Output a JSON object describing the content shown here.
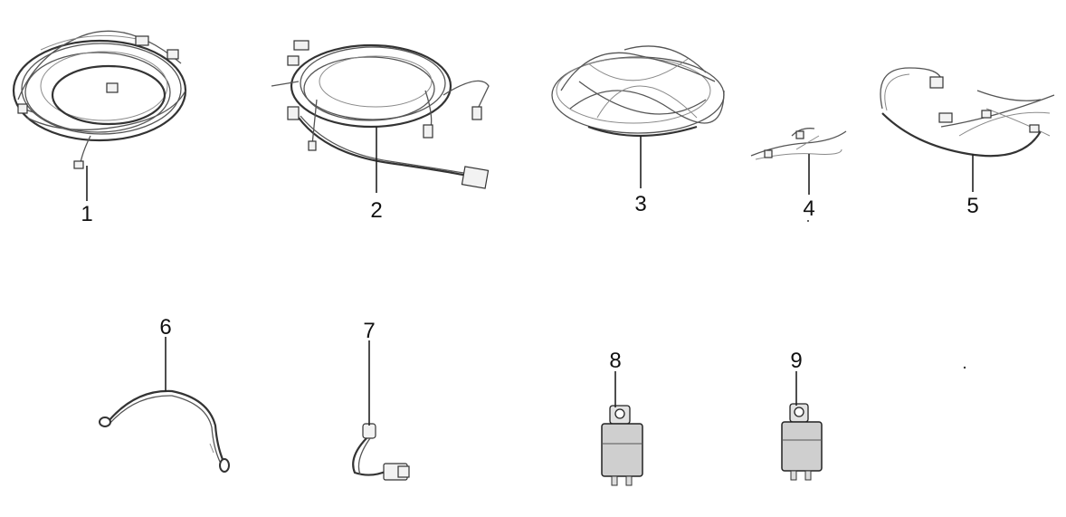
{
  "parts": [
    {
      "number": "1",
      "kind": "wiring-harness"
    },
    {
      "number": "2",
      "kind": "wiring-harness"
    },
    {
      "number": "3",
      "kind": "wiring-harness"
    },
    {
      "number": "4",
      "kind": "wiring-harness"
    },
    {
      "number": "5",
      "kind": "wiring-harness"
    },
    {
      "number": "6",
      "kind": "ground-cable"
    },
    {
      "number": "7",
      "kind": "connector-lead"
    },
    {
      "number": "8",
      "kind": "relay"
    },
    {
      "number": "9",
      "kind": "relay"
    }
  ]
}
